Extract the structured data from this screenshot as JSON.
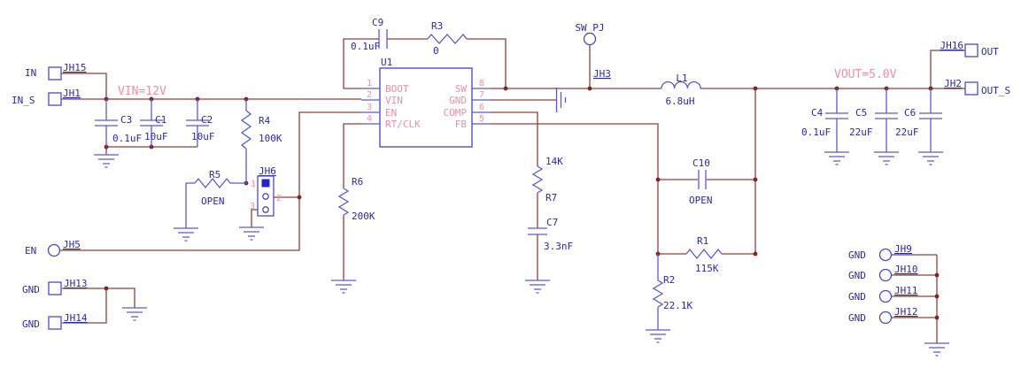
{
  "power_labels": {
    "vin": "VIN=12V",
    "vout": "VOUT=5.0V"
  },
  "ic": {
    "ref": "U1",
    "pins_left": [
      {
        "num": "1",
        "name": "BOOT"
      },
      {
        "num": "2",
        "name": "VIN"
      },
      {
        "num": "3",
        "name": "EN"
      },
      {
        "num": "4",
        "name": "RT/CLK"
      }
    ],
    "pins_right": [
      {
        "num": "8",
        "name": "SW"
      },
      {
        "num": "7",
        "name": "GND"
      },
      {
        "num": "6",
        "name": "COMP"
      },
      {
        "num": "5",
        "name": "FB"
      }
    ]
  },
  "components": {
    "c1": {
      "ref": "C1",
      "value": "10uF"
    },
    "c2": {
      "ref": "C2",
      "value": "10uF"
    },
    "c3": {
      "ref": "C3",
      "value": "0.1uF"
    },
    "c4": {
      "ref": "C4",
      "value": "0.1uF"
    },
    "c5": {
      "ref": "C5",
      "value": "22uF"
    },
    "c6": {
      "ref": "C6",
      "value": "22uF"
    },
    "c7": {
      "ref": "C7",
      "value": "3.3nF"
    },
    "c9": {
      "ref": "C9",
      "value": "0.1uF"
    },
    "c10": {
      "ref": "C10",
      "value": "OPEN"
    },
    "r1": {
      "ref": "R1",
      "value": "115K"
    },
    "r2": {
      "ref": "R2",
      "value": "22.1K"
    },
    "r3": {
      "ref": "R3",
      "value": "0"
    },
    "r4": {
      "ref": "R4",
      "value": "100K"
    },
    "r5": {
      "ref": "R5",
      "value": "OPEN"
    },
    "r6": {
      "ref": "R6",
      "value": "200K"
    },
    "r7": {
      "ref": "R7",
      "value": "14K"
    },
    "l1": {
      "ref": "L1",
      "value": "6.8uH"
    }
  },
  "connectors": {
    "jh15": {
      "ref": "JH15",
      "net": "IN"
    },
    "jh1": {
      "ref": "JH1",
      "net": "IN_S"
    },
    "jh5": {
      "ref": "JH5",
      "net": "EN"
    },
    "jh13": {
      "ref": "JH13",
      "net": "GND"
    },
    "jh14": {
      "ref": "JH14",
      "net": "GND"
    },
    "jh16": {
      "ref": "JH16",
      "net": "OUT"
    },
    "jh2": {
      "ref": "JH2",
      "net": "OUT_S"
    },
    "jh3": {
      "ref": "JH3",
      "net": "SW_PJ"
    },
    "jh6": {
      "ref": "JH6",
      "pin1": "1",
      "pin2": "2",
      "pin3": "3"
    },
    "jh9": {
      "ref": "JH9",
      "net": "GND"
    },
    "jh10": {
      "ref": "JH10",
      "net": "GND"
    },
    "jh11": {
      "ref": "JH11",
      "net": "GND"
    },
    "jh12": {
      "ref": "JH12",
      "net": "GND"
    }
  }
}
